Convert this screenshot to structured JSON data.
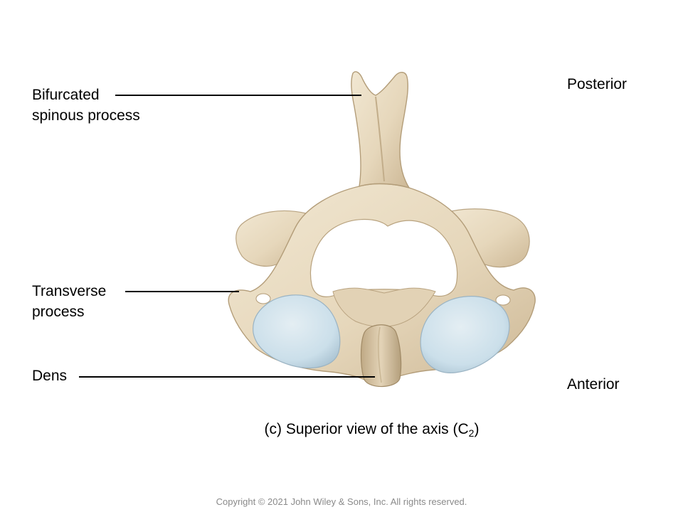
{
  "labels": {
    "spinous_line1": "Bifurcated",
    "spinous_line2": "spinous process",
    "transverse_line1": "Transverse",
    "transverse_line2": "process",
    "dens": "Dens"
  },
  "orientation": {
    "posterior": "Posterior",
    "anterior": "Anterior"
  },
  "caption": {
    "prefix": "(c) Superior view of the axis (C",
    "subscript": "2",
    "suffix": ")"
  },
  "copyright": "Copyright © 2021 John Wiley & Sons, Inc. All rights reserved.",
  "colors": {
    "bone": "#e9dcc4",
    "bone_shadow": "#cbb898",
    "cartilage": "#cfe2ec",
    "text": "#000000",
    "copyright": "#8a8a8a"
  }
}
